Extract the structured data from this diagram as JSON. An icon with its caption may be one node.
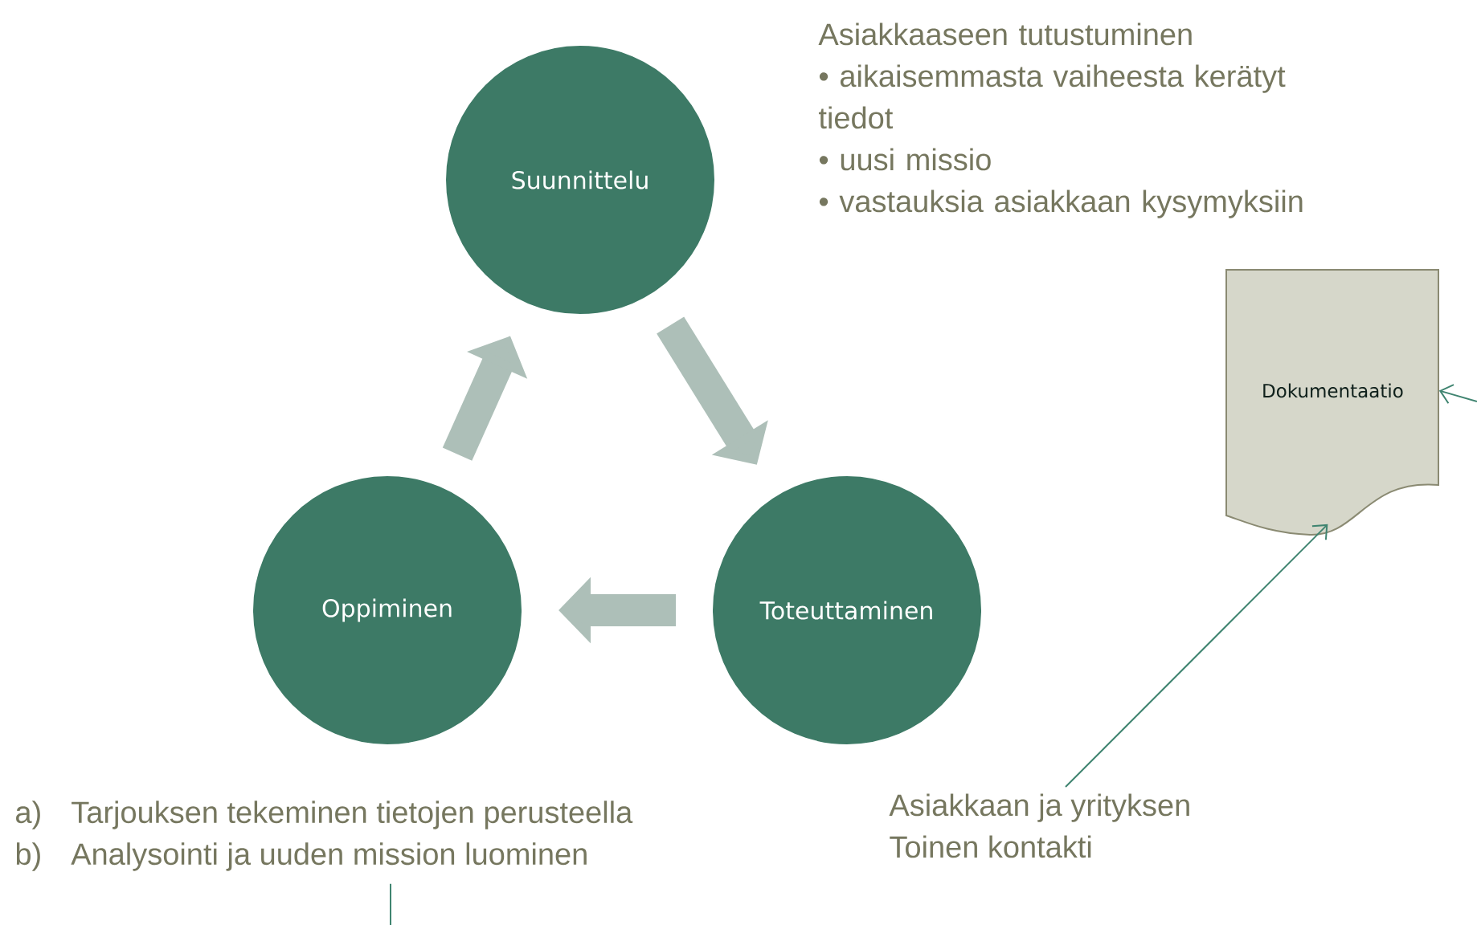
{
  "diagram": {
    "nodes": [
      {
        "text": [
          "Suunnittelu"
        ]
      },
      {
        "text": [
          "Toteuttaminen"
        ]
      },
      {
        "text": [
          "Oppiminen"
        ]
      },
      {
        "text": [
          "Dokumentaatio"
        ]
      },
      {
        "text": [
          "Asiakkaan ja yrityksen",
          "Toinen kontakti"
        ]
      },
      {
        "text": [
          "a)",
          "Tarjouksen tekeminen tietojen perusteella",
          "b)",
          "Analysointi ja uuden mission luominen"
        ]
      }
    ],
    "edges": [
      {
        "from": 2,
        "to": 0,
        "arrow": "to",
        "style": "thick"
      },
      {
        "from": 0,
        "to": 1,
        "arrow": "to",
        "style": "thick"
      },
      {
        "from": 1,
        "to": 2,
        "arrow": "to",
        "style": "thick"
      },
      {
        "from": 4,
        "to": 3,
        "arrow": "to",
        "color": "#3f8470"
      },
      {
        "from": null,
        "to": 3,
        "arrow": "to",
        "color": "#3f8470"
      },
      {
        "from": 5,
        "to": null,
        "arrow": "none",
        "color": "#3f8470"
      }
    ],
    "labels": [
      "Asiakkaaseen tutustuminen",
      "• aikaisemmasta vaiheesta kerätyt tiedot",
      "• uusi missio",
      "• vastauksia asiakkaan kysymyksiin"
    ]
  }
}
